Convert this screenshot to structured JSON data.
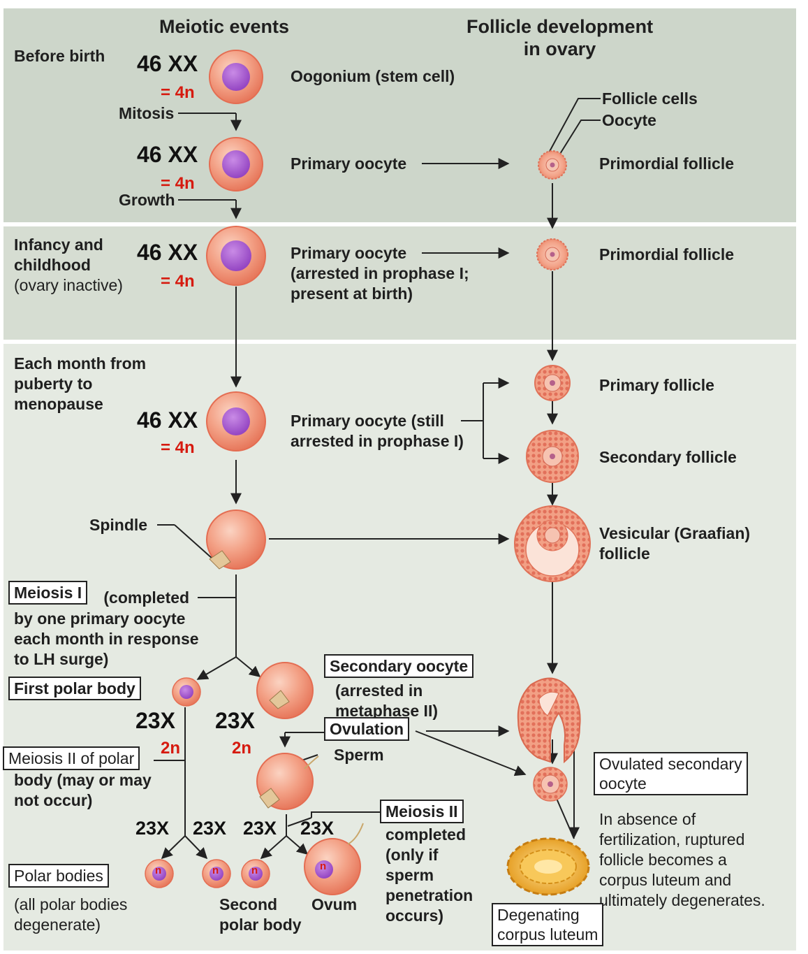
{
  "headers": {
    "meiotic": "Meiotic events",
    "follicle": "Follicle development\nin ovary"
  },
  "stages": {
    "before_birth": "Before birth",
    "infancy_bold": "Infancy and\nchildhood",
    "infancy_note": "(ovary inactive)",
    "puberty": "Each month from\npuberty to\nmenopause"
  },
  "ploidy": {
    "oogonium_chrom": "46 XX",
    "oogonium_n": "= 4n",
    "primary1_chrom": "46 XX",
    "primary1_n": "= 4n",
    "primary2_chrom": "46 XX",
    "primary2_n": "= 4n",
    "primary3_chrom": "46 XX",
    "primary3_n": "= 4n",
    "polar_chrom": "23X",
    "polar_n": "2n",
    "secondary_chrom": "23X",
    "secondary_n": "2n",
    "final": [
      "23X",
      "23X",
      "23X",
      "23X"
    ],
    "n_label": "n"
  },
  "processes": {
    "mitosis": "Mitosis",
    "growth": "Growth",
    "spindle": "Spindle",
    "sperm": "Sperm"
  },
  "cells": {
    "oogonium": "Oogonium (stem cell)",
    "primary_oocyte_1": "Primary oocyte",
    "primary_oocyte_2": "Primary oocyte\n(arrested in prophase I;\npresent at birth)",
    "primary_oocyte_3": "Primary oocyte (still\narrested in prophase I)",
    "first_polar_body": "First polar body",
    "secondary_oocyte_title": "Secondary oocyte",
    "secondary_oocyte_note": "(arrested in\nmetaphase II)",
    "second_polar_body": "Second\npolar body",
    "ovum": "Ovum"
  },
  "meiosis": {
    "meiosis1_title": "Meiosis I",
    "meiosis1_rest": " (completed",
    "meiosis1_note": "by one primary oocyte\neach month in response\nto LH surge)",
    "meiosis2_polar_title": "Meiosis II of polar",
    "meiosis2_polar_note": "body (may or may\nnot occur)",
    "meiosis2_title": "Meiosis II",
    "meiosis2_note": "completed\n(only if\nsperm\npenetration\noccurs)",
    "polar_bodies_title": "Polar bodies",
    "polar_bodies_note": "(all polar bodies\ndegenerate)",
    "ovulation": "Ovulation"
  },
  "follicles": {
    "follicle_cells": "Follicle cells",
    "oocyte": "Oocyte",
    "primordial_1": "Primordial follicle",
    "primordial_2": "Primordial follicle",
    "primary": "Primary follicle",
    "secondary": "Secondary follicle",
    "vesicular": "Vesicular (Graafian)\nfollicle",
    "ovulated_secondary": "Ovulated secondary\noocyte",
    "corpus_luteum_note": "In absence of\nfertilization, ruptured\nfollicle becomes a\ncorpus luteum and\nultimately degenerates.",
    "degenerating": "Degenating\ncorpus luteum"
  },
  "colors": {
    "panel_top": "#cdd6ca",
    "panel_mid": "#d6ddd2",
    "panel_bottom": "#e5eae2",
    "cell_fill": "#f2a085",
    "nucleus": "#a94fcf",
    "ploidy_red": "#d61a0f",
    "corpus_luteum": "#f0b22c"
  }
}
